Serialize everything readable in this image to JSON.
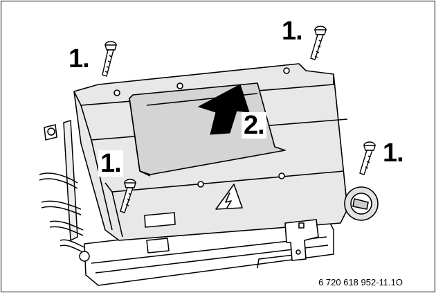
{
  "figure": {
    "caption": "6 720 618 952-11.1O",
    "labels": {
      "screw_top_left": "1.",
      "screw_top_right": "1.",
      "screw_right": "1.",
      "screw_front_left": "1.",
      "lift_arrow": "2."
    },
    "colors": {
      "line": "#000000",
      "housing_fill": "#e8e8e8",
      "housing_top": "#d9d9d9",
      "cover_fill": "#cfcfcf",
      "arrow_fill": "#000000",
      "background": "#ffffff"
    }
  }
}
